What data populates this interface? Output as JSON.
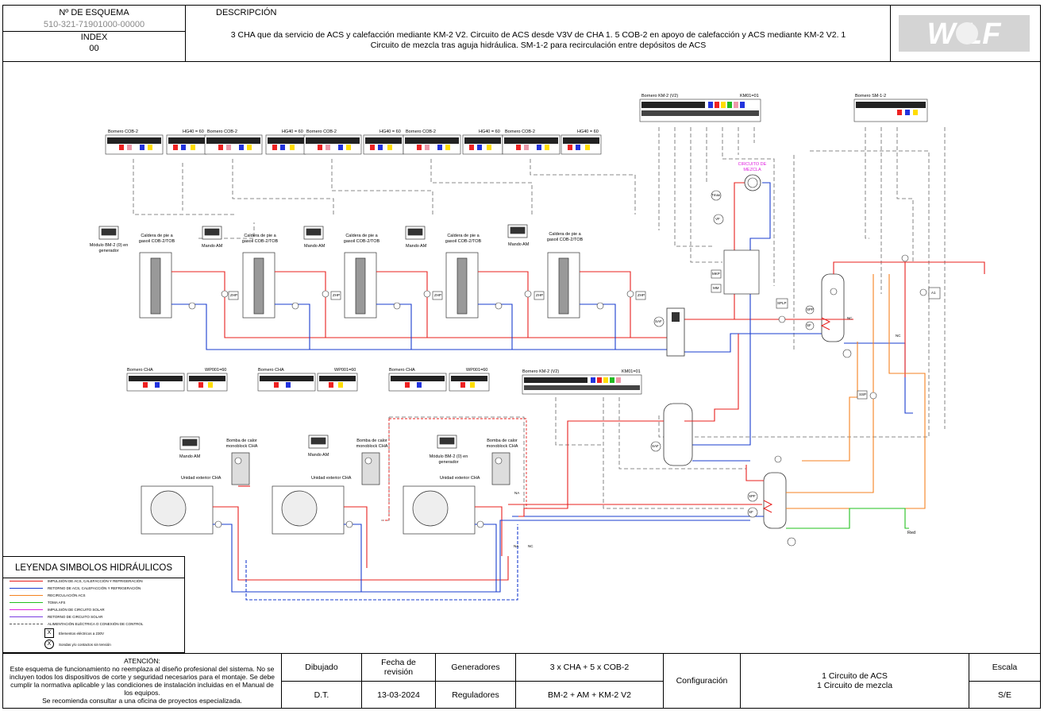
{
  "header": {
    "scheme_label": "Nº DE ESQUEMA",
    "scheme_number": "510-321-71901000-00000",
    "index_label": "INDEX",
    "index_value": "00",
    "description_label": "DESCRIPCIÓN",
    "description_line1": "3 CHA que da servicio de ACS y calefacción mediante KM-2 V2. Circuito de ACS desde V3V de CHA 1. 5 COB-2 en apoyo de calefacción y  ACS mediante KM-2 V2. 1",
    "description_line2": "Circuito de mezcla tras aguja hidráulica. SM-1-2 para recirculación entre depósitos de ACS",
    "logo_text": "WOLF"
  },
  "diagram": {
    "terminal_cob": "Bornero COB-2",
    "terminal_hg": "HG40 = 60",
    "terminal_km2": "Bornero KM-2 (V2)",
    "km01": "KM01=01",
    "terminal_sm": "Bornero SM-1-2",
    "terminal_cha": "Bornero CHA",
    "wp001": "WP001=60",
    "boiler_label": "Caldera de pie a gasoil COB-2/TOB",
    "bm2_label": "Módulo BM-2 (0) en generador",
    "am_label": "Mando AM",
    "mix_circuit": "CIRCUITO DE MEZCLA",
    "heatpump_label": "Bomba de calor monoblock CHA",
    "outdoor_unit": "Unidad exterior CHA",
    "red_label": "Red",
    "zhp": "ZHP",
    "saf": "SAF",
    "splp": "SPLP",
    "spf": "SPF",
    "sf": "SF",
    "ssp": "SSP",
    "na": "NA",
    "nc": "NC",
    "mkp": "MKP",
    "mm": "MM",
    "a1": "A1",
    "tmax": "Tmax",
    "vf": "VF",
    "tmax_color": "#888888",
    "pipe_red": "#e8201e",
    "pipe_blue": "#1a3ccf",
    "pipe_orange": "#f58220",
    "pipe_green": "#22c01e",
    "pipe_magenta": "#e020e0",
    "pipe_violet": "#7a3de0"
  },
  "legend": {
    "title": "LEYENDA SIMBOLOS HIDRÁULICOS",
    "items": [
      {
        "text": "IMPULSIÓN DE ACS, CALEFACCIÓN Y REFRIGERACIÓN",
        "color": "#e8201e",
        "style": "solid"
      },
      {
        "text": "RETORNO DE ACS, CALEFACCIÓN Y REFRIGERACIÓN",
        "color": "#1a3ccf",
        "style": "solid"
      },
      {
        "text": "RECIRCULACIÓN ACS",
        "color": "#f58220",
        "style": "solid"
      },
      {
        "text": "TOMA AFS",
        "color": "#22c01e",
        "style": "solid"
      },
      {
        "text": "IMPULSIÓN DE CIRCUITO SOLAR",
        "color": "#e020e0",
        "style": "solid"
      },
      {
        "text": "RETORNO DE CIRCUITO SOLAR",
        "color": "#7a3de0",
        "style": "solid"
      },
      {
        "text": "ALIMENTACIÓN ELÉCTRICA O CONEXIÓN DE CONTROL",
        "color": "#555555",
        "style": "dashed"
      },
      {
        "text": "Elementos eléctricos a 230V",
        "symbol": "X"
      },
      {
        "text": "Sondas y/o contactos sin tensión",
        "symbol": "circle-x"
      }
    ]
  },
  "footer": {
    "attention_title": "ATENCIÓN:",
    "attention_text": "Este esquema de funcionamiento no reemplaza al diseño profesional del sistema. No se incluyen todos los dispositivos de corte y seguridad necesarios para el montaje. Se debe cumplir la normativa aplicable y las condiciones de instalación incluidas en el Manual de los equipos.",
    "attention_note": "Se recomienda consultar a una oficina de proyectos especializada.",
    "drawn_label": "Dibujado",
    "drawn_value": "D.T.",
    "revision_label": "Fecha de revisión",
    "revision_value": "13-03-2024",
    "generators_label": "Generadores",
    "generators_value": "3 x CHA + 5 x COB-2",
    "regulators_label": "Reguladores",
    "regulators_value": "BM-2 + AM + KM-2 V2",
    "configuration_label": "Configuración",
    "configuration_line1": "1 Circuito de ACS",
    "configuration_line2": "1 Circuito de mezcla",
    "scale_label": "Escala",
    "scale_value": "S/E"
  }
}
